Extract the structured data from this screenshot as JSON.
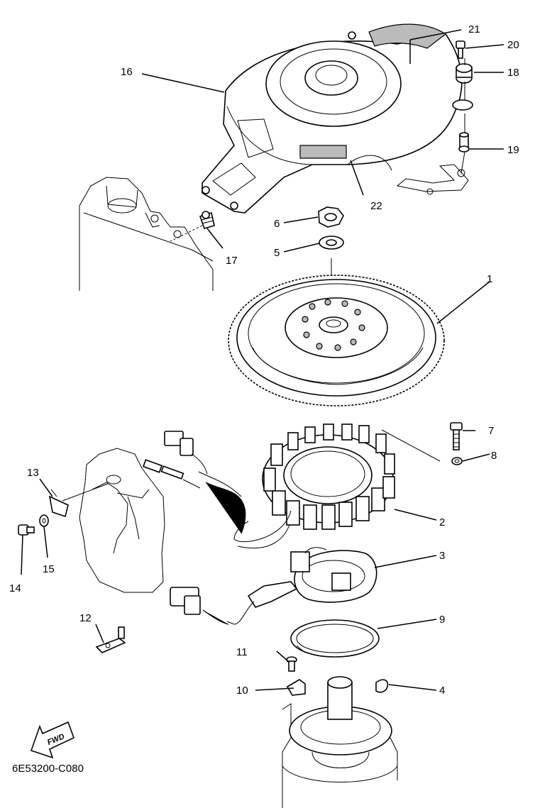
{
  "diagram": {
    "drawing_code": "6E53200-C080",
    "fwd_label": "FWD",
    "callouts": {
      "n1": "1",
      "n2": "2",
      "n3": "3",
      "n4": "4",
      "n5": "5",
      "n6": "6",
      "n7": "7",
      "n8": "8",
      "n9": "9",
      "n10": "10",
      "n11": "11",
      "n12": "12",
      "n13": "13",
      "n14": "14",
      "n15": "15",
      "n16": "16",
      "n17": "17",
      "n18": "18",
      "n19": "19",
      "n20": "20",
      "n21": "21",
      "n22": "22"
    }
  }
}
